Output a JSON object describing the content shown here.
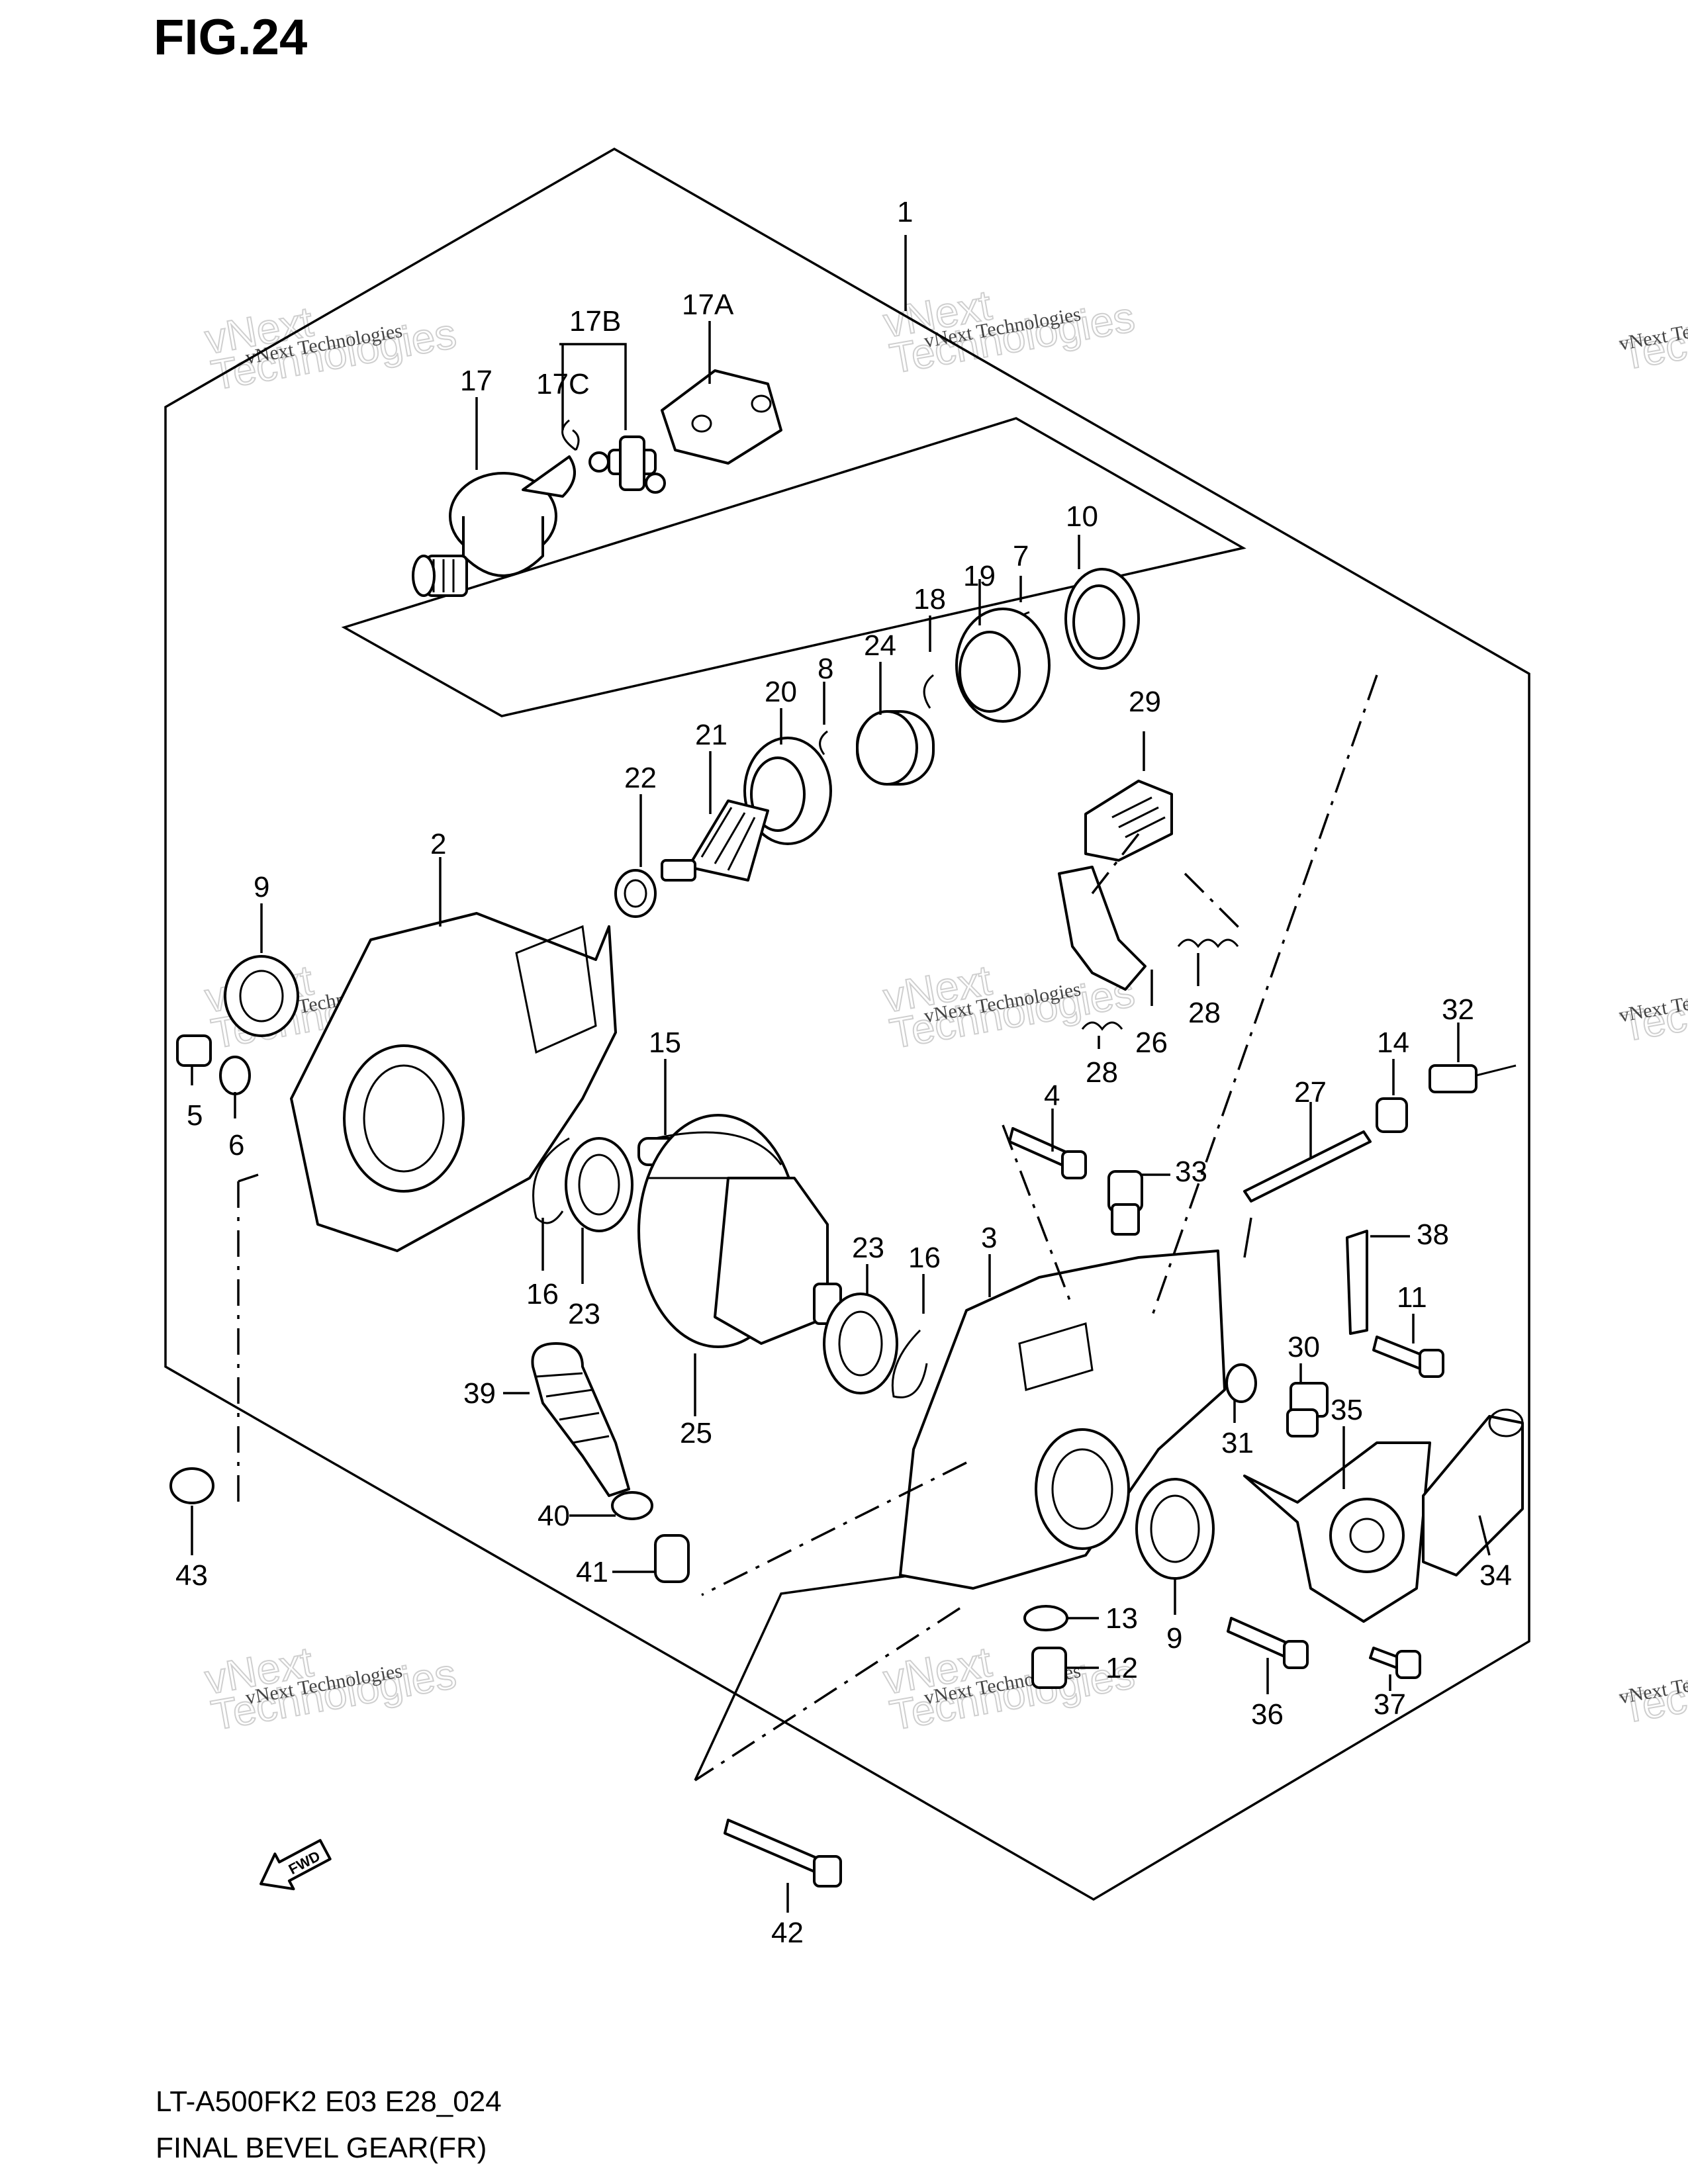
{
  "figure_title": "FIG.24",
  "footer": {
    "model_code": "LT-A500FK2 E03 E28_024",
    "assembly_name": "FINAL BEVEL GEAR(FR)"
  },
  "fwd_label": "FWD",
  "watermark": {
    "line1": "vNext Technologies",
    "line2": "vNext",
    "line3": "Technologies"
  },
  "callouts": [
    "1",
    "2",
    "3",
    "4",
    "5",
    "6",
    "7",
    "8",
    "9",
    "9",
    "10",
    "11",
    "12",
    "13",
    "14",
    "15",
    "16",
    "16",
    "17",
    "17A",
    "17B",
    "17C",
    "18",
    "19",
    "20",
    "21",
    "22",
    "23",
    "23",
    "24",
    "25",
    "26",
    "27",
    "28",
    "28",
    "29",
    "30",
    "31",
    "32",
    "33",
    "34",
    "35",
    "36",
    "37",
    "38",
    "39",
    "40",
    "41",
    "42",
    "43"
  ]
}
